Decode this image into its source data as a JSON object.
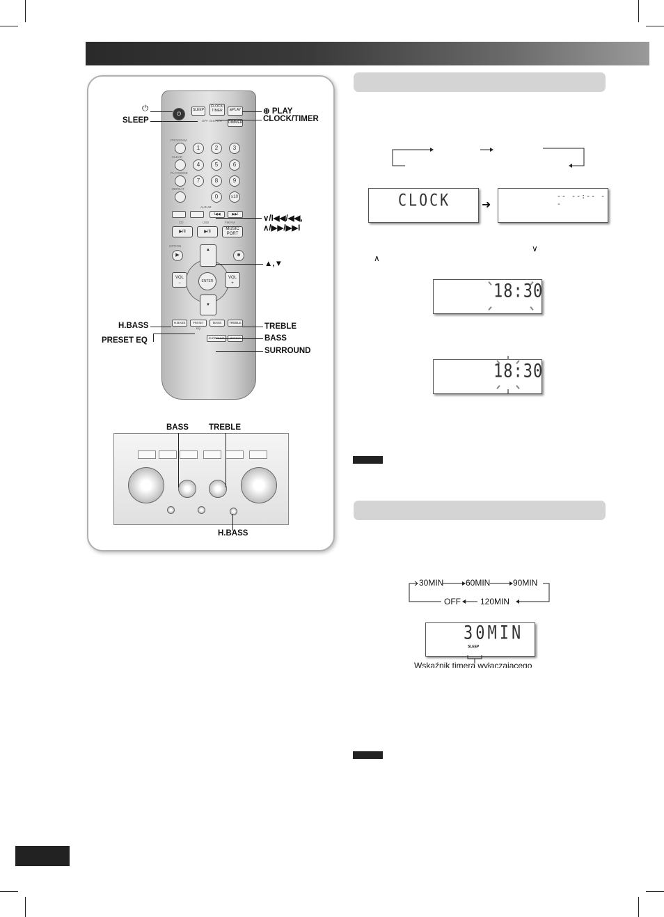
{
  "remote": {
    "power_glyph": "⏻",
    "sleep_label": "SLEEP",
    "clock_label": "CLOCK/\nTIMER",
    "play_label": "⊕PLAY",
    "off_label": "OFF",
    "display_label": "DISPLAY",
    "dimmer_label": "DIMMER",
    "program_label": "PROGRAM",
    "clear_label": "CLEAR",
    "playmode_label": "PLAYMODE",
    "repeat_label": "REPEAT",
    "album_label": "ALBUM",
    "cd_label": "CD",
    "usb_label": "USB",
    "fmam_label": "FM/AM",
    "play_pause": "▶/II",
    "music_port": "MUSIC PORT",
    "option_label": "OPTION",
    "enter_label": "ENTER",
    "vol_minus": "VOL\n−",
    "vol_plus": "VOL\n+",
    "hbass_btn": "H.BASS",
    "preset_eq_btn": "PRESET EQ",
    "bass_btn": "BASS",
    "treble_btn": "TREBLE",
    "surround_btn": "SURROUND",
    "muting_btn": "MUTING",
    "digits": [
      "1",
      "2",
      "3",
      "4",
      "5",
      "6",
      "7",
      "8",
      "9",
      "0"
    ],
    "digit_ten": "≥10"
  },
  "callouts": {
    "power_icon": "⏻",
    "sleep": "SLEEP",
    "play": "⊕ PLAY",
    "clock_timer": "CLOCK/TIMER",
    "skip_back": "∨/I◀◀/◀◀,",
    "skip_fwd": "∧/▶▶/▶▶I",
    "up_down": "▲,▼",
    "hbass": "H.BASS",
    "preset_eq": "PRESET EQ",
    "treble": "TREBLE",
    "bass": "BASS",
    "surround": "SURROUND"
  },
  "unit": {
    "bass_label": "BASS",
    "treble_label": "TREBLE",
    "hbass_label": "H.BASS"
  },
  "clock_section": {
    "lcd1": "CLOCK",
    "lcd2": "-- --:-- --",
    "down_sym": "∨",
    "up_sym": "∧",
    "lcd3": "18:30",
    "lcd4": "18:30"
  },
  "sleep_section": {
    "seq_30": "30MIN",
    "seq_60": "60MIN",
    "seq_90": "90MIN",
    "seq_off": "OFF",
    "seq_120": "120MIN",
    "lcd": "30MIN",
    "sleep_indicator": "SLEEP",
    "indicator_caption": "Wskaźnik timera wyłączającego"
  }
}
